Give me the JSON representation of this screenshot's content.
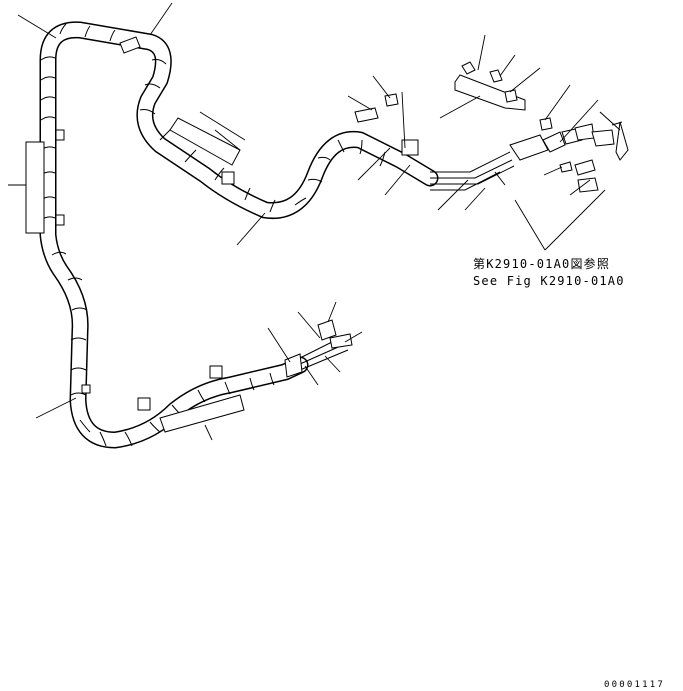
{
  "reference": {
    "japanese": "第K2910-01A0図参照",
    "english": "See Fig K2910-01A0"
  },
  "figure_code": "00001117",
  "colors": {
    "line": "#000000",
    "background": "#ffffff"
  }
}
